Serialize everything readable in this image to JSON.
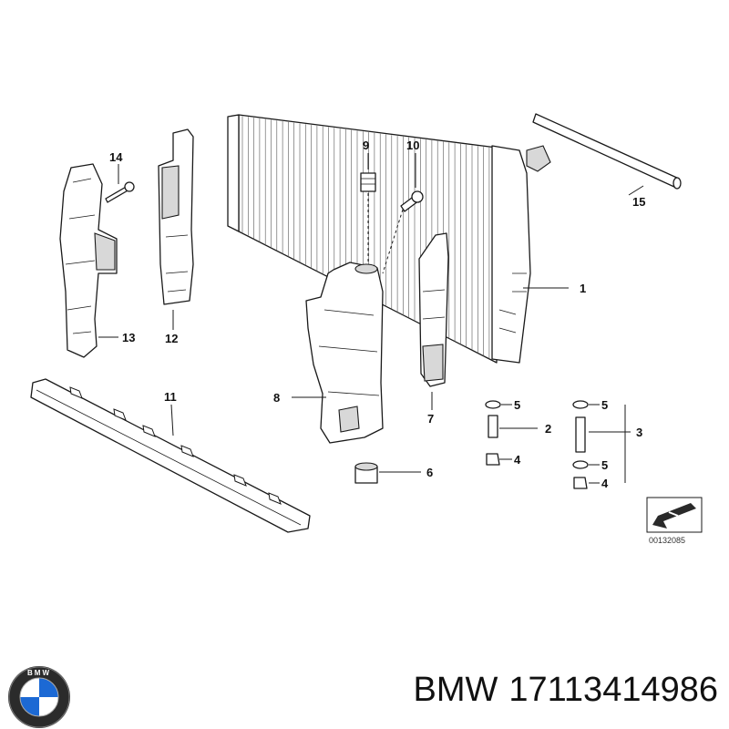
{
  "callouts": [
    "1",
    "2",
    "3",
    "4",
    "4",
    "5",
    "5",
    "5",
    "5",
    "6",
    "7",
    "8",
    "9",
    "10",
    "11",
    "12",
    "13",
    "14",
    "15"
  ],
  "diagram_code": "00132085",
  "brand": "BMW",
  "part_number": "17113414986",
  "logo_letters": "BMW",
  "colors": {
    "line": "#1a1a1a",
    "blue": "#1c69d4",
    "logo_ring": "#222222"
  }
}
